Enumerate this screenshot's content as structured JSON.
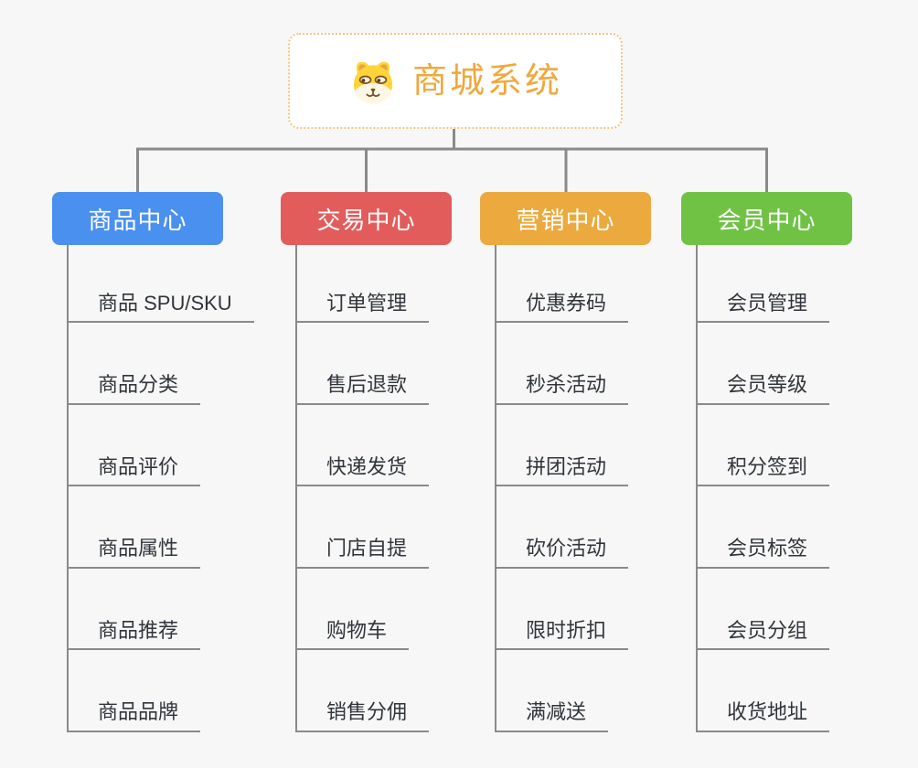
{
  "root": {
    "title": "商城系统",
    "icon": "doge-face-icon",
    "text_color": "#f0a83c",
    "border_color": "#f2c57e",
    "background": "#ffffff"
  },
  "colors": {
    "page_background": "#f7f7f7",
    "connector": "#8a8a8a",
    "item_text": "#31353b",
    "header_text": "#ffffff"
  },
  "branches": [
    {
      "label": "商品中心",
      "color": "#4a90ee",
      "children": [
        "商品 SPU/SKU",
        "商品分类",
        "商品评价",
        "商品属性",
        "商品推荐",
        "商品品牌"
      ]
    },
    {
      "label": "交易中心",
      "color": "#e35c5c",
      "children": [
        "订单管理",
        "售后退款",
        "快递发货",
        "门店自提",
        "购物车",
        "销售分佣"
      ]
    },
    {
      "label": "营销中心",
      "color": "#eba93e",
      "children": [
        "优惠券码",
        "秒杀活动",
        "拼团活动",
        "砍价活动",
        "限时折扣",
        "满减送"
      ]
    },
    {
      "label": "会员中心",
      "color": "#70c244",
      "children": [
        "会员管理",
        "会员等级",
        "积分签到",
        "会员标签",
        "会员分组",
        "收货地址"
      ]
    }
  ]
}
